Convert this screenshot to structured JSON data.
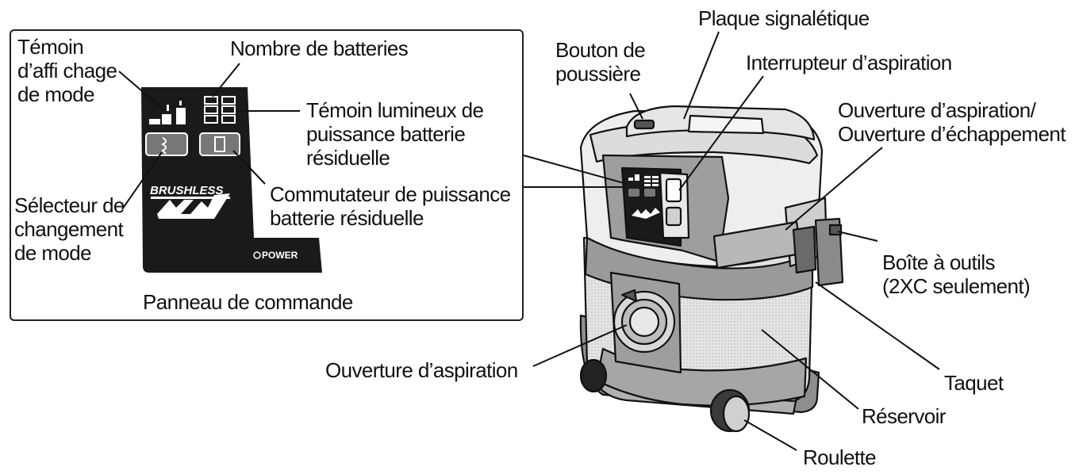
{
  "labels": {
    "temoin_mode": "Témoin\nd’affi chage\nde mode",
    "nombre_batteries": "Nombre de batteries",
    "temoin_lumineux": "Témoin lumineux de\npuissance batterie\nrésiduelle",
    "commutateur": "Commutateur de puissance\nbatterie résiduelle",
    "selecteur": "Sélecteur de\nchangement\nde mode",
    "panneau": "Panneau de commande",
    "bouton_poussiere": "Bouton de\npoussière",
    "plaque": "Plaque signalétique",
    "interrupteur": "Interrupteur d’aspiration",
    "ouverture_echappement": "Ouverture d’aspiration/\nOuverture d’échappement",
    "boite_outils": "Boîte à outils\n(2XC seulement)",
    "ouverture_aspiration": "Ouverture d’aspiration",
    "taquet": "Taquet",
    "reservoir": "Réservoir",
    "roulette": "Roulette"
  },
  "panel_marks": {
    "brushless": "BRUSHLESS",
    "power": "POWER"
  },
  "colors": {
    "ink": "#111111",
    "panel_black": "#1a1a1a",
    "body_grey": "#9a9a9a",
    "light_grey": "#d6d6d6"
  }
}
